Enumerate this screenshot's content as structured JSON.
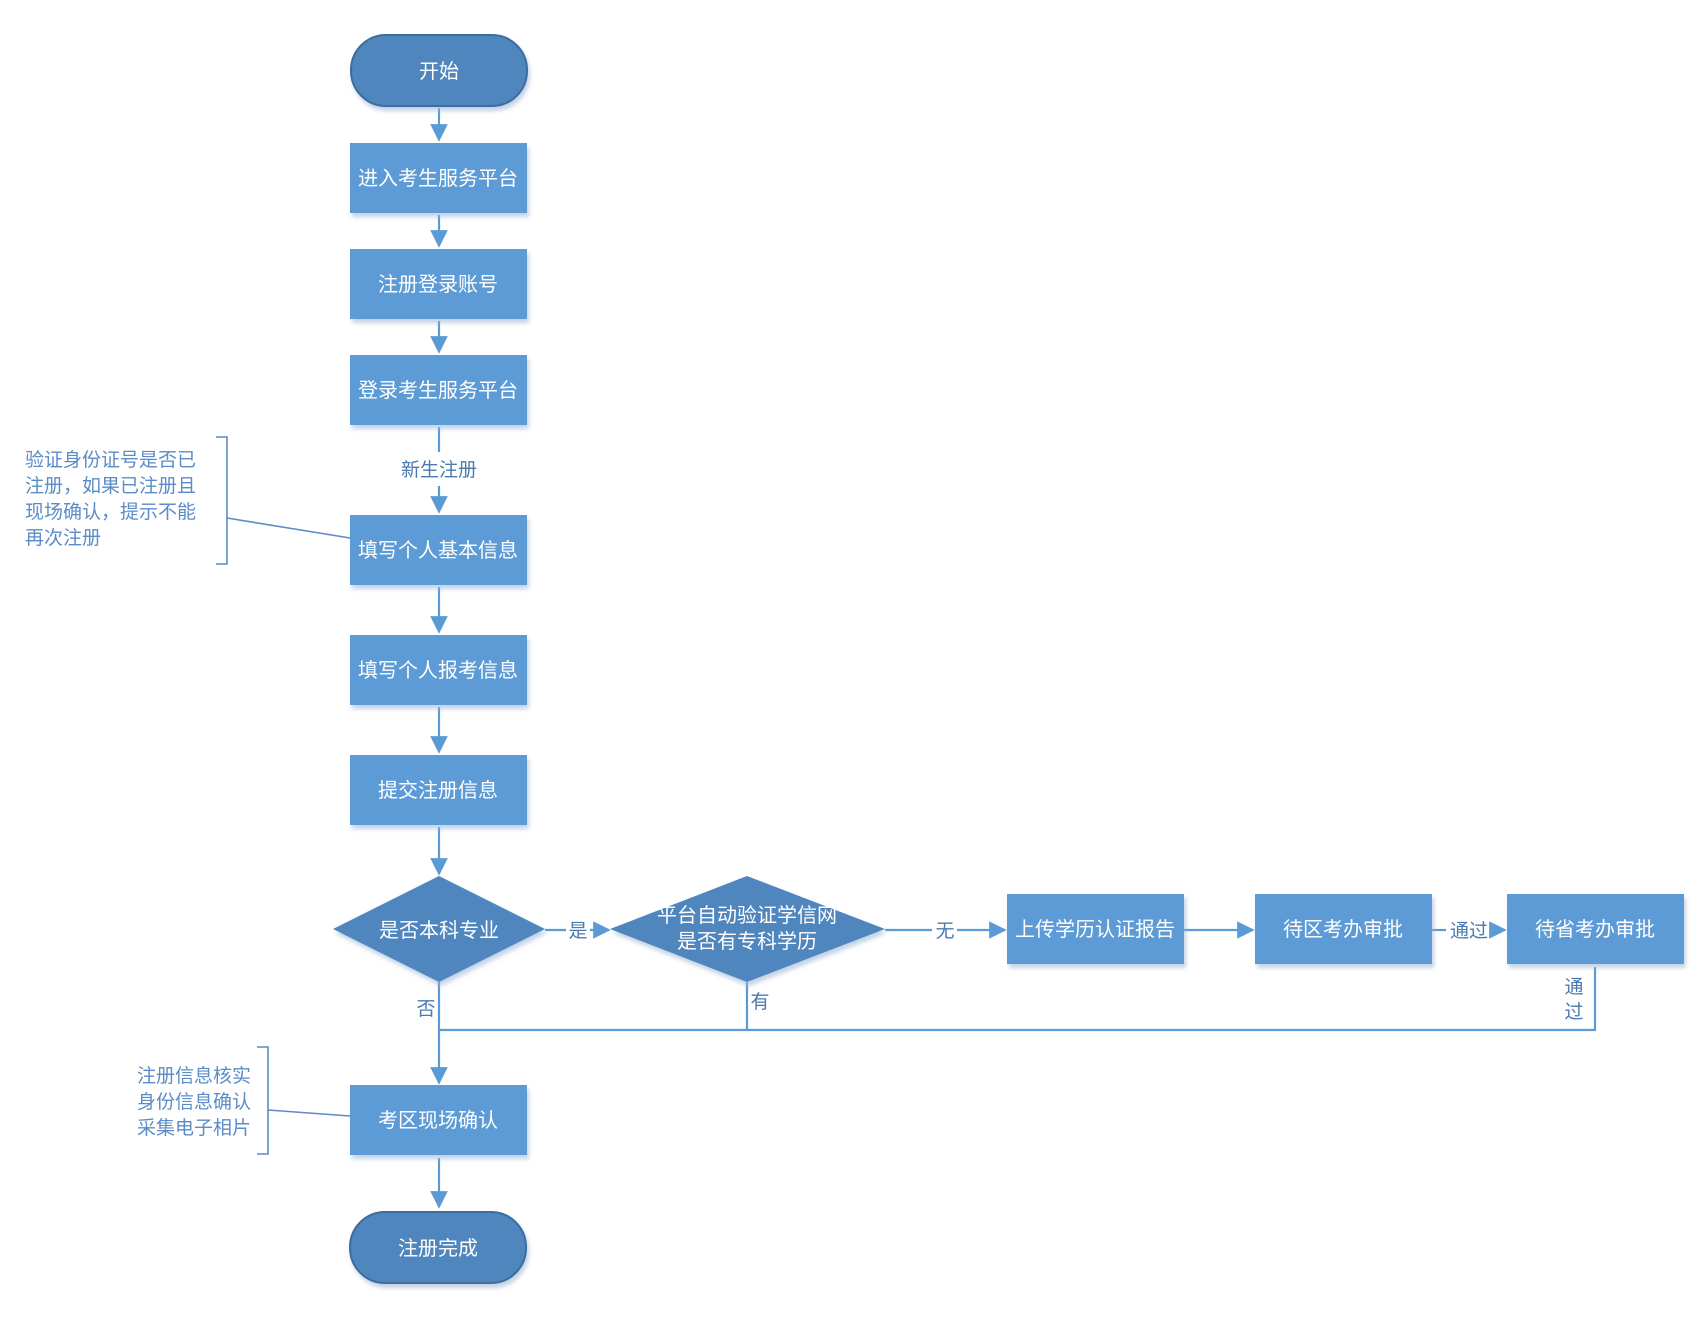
{
  "nodes": {
    "start": "开始",
    "enter_platform": "进入考生服务平台",
    "register_account": "注册登录账号",
    "login_platform": "登录考生服务平台",
    "fill_basic": "填写个人基本信息",
    "fill_exam": "填写个人报考信息",
    "submit": "提交注册信息",
    "is_bachelor": "是否本科专业",
    "verify_line1": "平台自动验证学信网",
    "verify_line2": "是否有专科学历",
    "upload_report": "上传学历认证报告",
    "district_review": "待区考办审批",
    "province_review": "待省考办审批",
    "onsite_confirm": "考区现场确认",
    "done": "注册完成"
  },
  "edges": {
    "new_register": "新生注册",
    "yes": "是",
    "no": "否",
    "none": "无",
    "has": "有",
    "pass": "通过",
    "pass_v1": "通",
    "pass_v2": "过"
  },
  "notes": {
    "id_check": [
      "验证身份证号是否已",
      "注册，如果已注册且",
      "现场确认，提示不能",
      "再次注册"
    ],
    "onsite": [
      "注册信息核实",
      "身份信息确认",
      "采集电子相片"
    ]
  },
  "colors": {
    "box": "#5b9bd5",
    "terminal": "#4f86be",
    "line": "#5b9bd5",
    "note_text": "#5b8cc7"
  }
}
